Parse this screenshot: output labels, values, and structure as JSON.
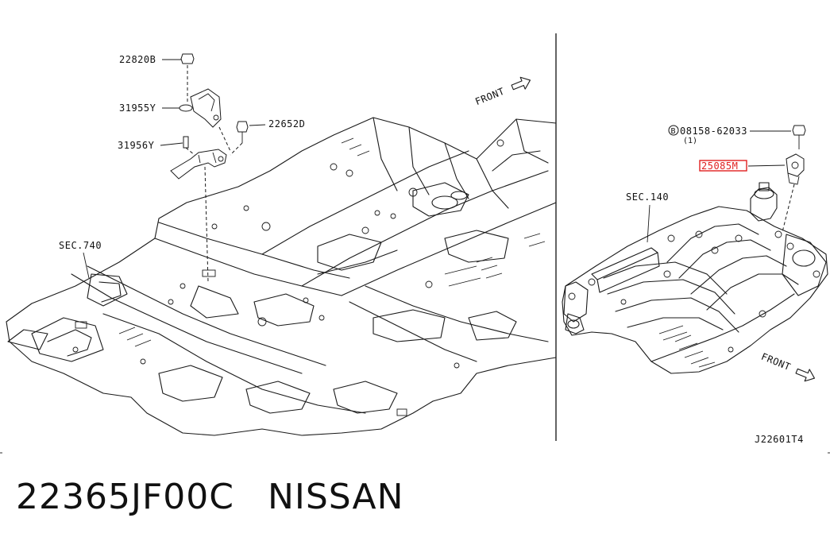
{
  "labels": {
    "bolt_upper": "22820B",
    "bracket": "31955Y",
    "support": "31956Y",
    "bolt_side": "22652D",
    "floor_section": "SEC.740",
    "front_left": "FRONT",
    "bolt_right": "08158-62033",
    "bolt_right_marker": "B",
    "bolt_right_qty": "(1)",
    "highlighted_part": "25085M",
    "manifold_section": "SEC.140",
    "front_right": "FRONT",
    "diagram_code": "J22601T4"
  },
  "colors": {
    "highlight_box": "#e02020",
    "line": "#1a1a1a"
  },
  "caption": {
    "part_number": "22365JF00C",
    "brand": "NISSAN"
  }
}
